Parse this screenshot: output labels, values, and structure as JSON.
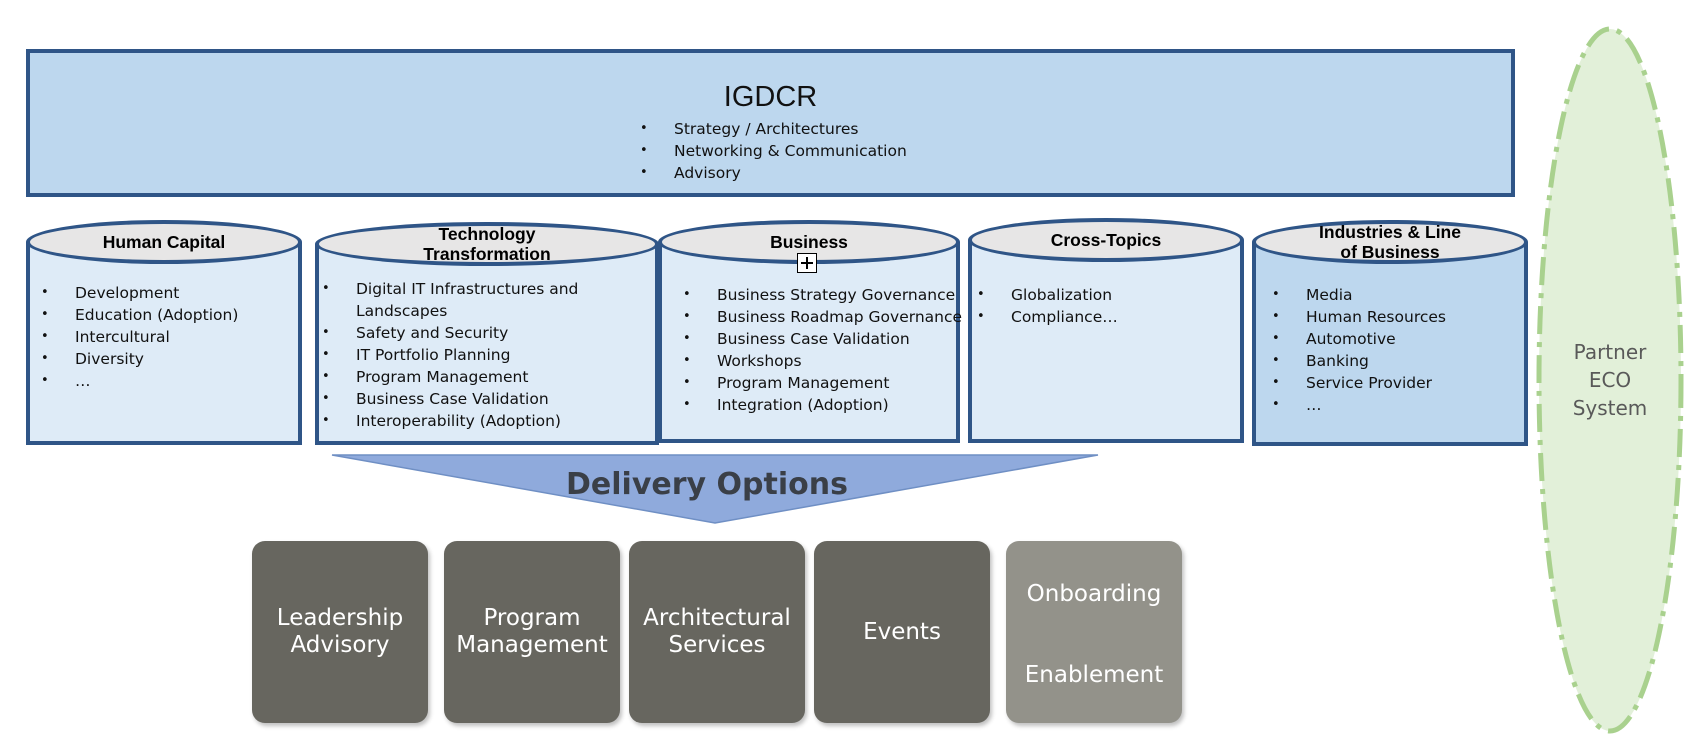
{
  "igdcr": {
    "title": "IGDCR",
    "items": [
      "Strategy / Architectures",
      "Networking & Communication",
      "Advisory"
    ]
  },
  "pillars": [
    {
      "title": "Human Capital",
      "items": [
        "Development",
        "Education (Adoption)",
        "Intercultural",
        "Diversity",
        "…"
      ]
    },
    {
      "title": "Technology\nTransformation",
      "items": [
        "Digital IT Infrastructures and",
        "Landscapes",
        "Safety and Security",
        "IT Portfolio Planning",
        "Program Management",
        "Business Case Validation",
        "Interoperability (Adoption)"
      ]
    },
    {
      "title": "Business",
      "items": [
        "Business Strategy Governance",
        "Business Roadmap Governance",
        "Business Case Validation",
        "Workshops",
        "Program Management",
        "Integration (Adoption)"
      ]
    },
    {
      "title": "Cross-Topics",
      "items": [
        "Globalization",
        "Compliance…"
      ]
    },
    {
      "title": "Industries & Line\nof Business",
      "items": [
        "Media",
        "Human Resources",
        "Automotive",
        "Banking",
        "Service Provider",
        "…"
      ]
    }
  ],
  "delivery": {
    "title": "Delivery Options",
    "options": [
      {
        "label": "Leadership\nAdvisory"
      },
      {
        "label": "Program\nManagement"
      },
      {
        "label": "Architectural\nServices"
      },
      {
        "label": "Events"
      }
    ],
    "onboarding": {
      "line1": "Onboarding",
      "line2": "Enablement"
    }
  },
  "partner": {
    "label": "Partner\nECO\nSystem"
  },
  "colors": {
    "border": "#2f5587",
    "igdcr_fill": "#bdd7ee",
    "pillar_fill": "#deebf7",
    "cap_fill": "#e7e6e6",
    "delivery_fill": "#8faadc",
    "option_fill": "#67665f",
    "option_light_fill": "#93928a",
    "partner_fill": "#e2f0d9",
    "partner_stroke": "#a9d18e"
  }
}
